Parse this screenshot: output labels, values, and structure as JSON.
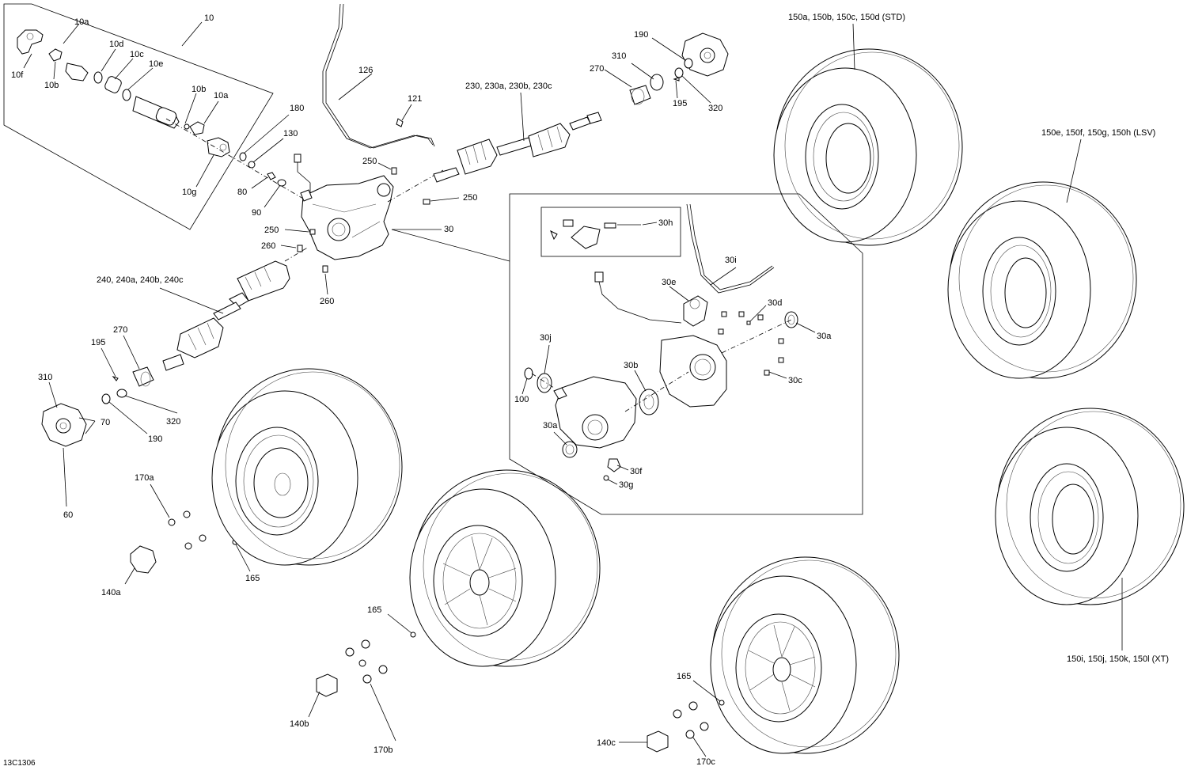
{
  "diagram_code": "13C1306",
  "labels": {
    "a10": "10",
    "a10a_1": "10a",
    "a10f": "10f",
    "a10b_1": "10b",
    "a10d": "10d",
    "a10c": "10c",
    "a10e": "10e",
    "a10b_2": "10b",
    "a10a_2": "10a",
    "a10g": "10g",
    "a180": "180",
    "a130": "130",
    "a80": "80",
    "a90": "90",
    "a126": "126",
    "a121": "121",
    "a250_1": "250",
    "a250_2": "250",
    "a250_3": "250",
    "a260_1": "260",
    "a260_2": "260",
    "a30": "30",
    "a230": "230, 230a, 230b, 230c",
    "a240": "240, 240a, 240b, 240c",
    "a190_top": "190",
    "a310_top": "310",
    "a270_top": "270",
    "a195_top": "195",
    "a320_top": "320",
    "a195_left": "195",
    "a270_left": "270",
    "a310_left": "310",
    "a70": "70",
    "a320_left": "320",
    "a190_left": "190",
    "a60": "60",
    "a170a": "170a",
    "a140a": "140a",
    "a165_1": "165",
    "a165_2": "165",
    "a140b": "140b",
    "a170b": "170b",
    "a165_3": "165",
    "a140c": "140c",
    "a170c": "170c",
    "a30h": "30h",
    "a30i": "30i",
    "a30e": "30e",
    "a30d": "30d",
    "a30a_1": "30a",
    "a30j": "30j",
    "a30b": "30b",
    "a30c": "30c",
    "a100": "100",
    "a30a_2": "30a",
    "a30f": "30f",
    "a30g": "30g",
    "a150_std": "150a, 150b, 150c, 150d (STD)",
    "a150_lsv": "150e, 150f, 150g, 150h (LSV)",
    "a150_xt": "150i, 150j, 150k, 150l (XT)"
  }
}
